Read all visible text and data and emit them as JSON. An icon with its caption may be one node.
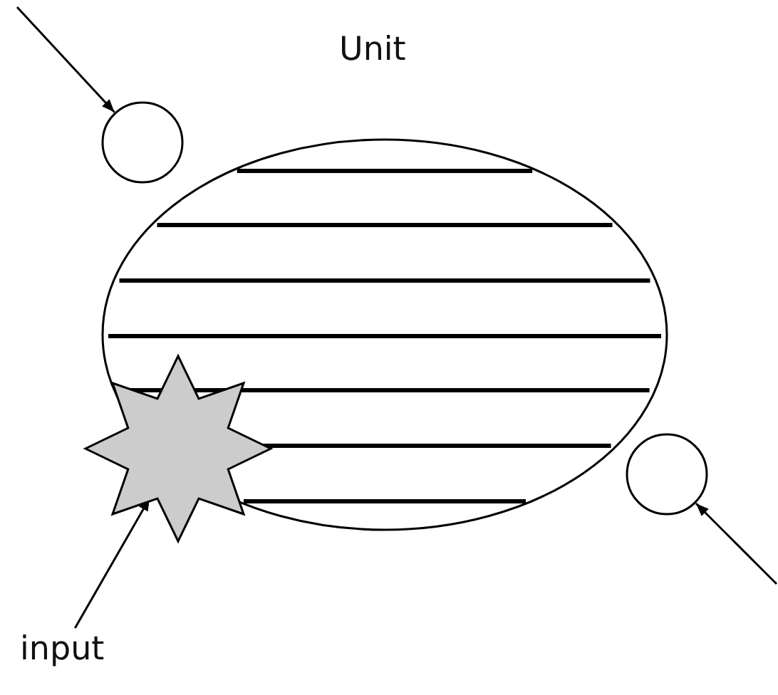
{
  "diagram": {
    "nodes": [
      {
        "text": [
          "Unit"
        ]
      },
      {
        "text": [],
        "shape": "circle"
      },
      {
        "text": [],
        "shape": "circle"
      },
      {
        "text": [],
        "shape": "star"
      },
      {
        "text": [
          "input"
        ]
      }
    ],
    "edges": [
      {
        "from": null,
        "to": 1,
        "arrow": "to"
      },
      {
        "from": null,
        "to": 2,
        "arrow": "to"
      },
      {
        "from": 4,
        "to": 3,
        "arrow": "to"
      }
    ]
  }
}
